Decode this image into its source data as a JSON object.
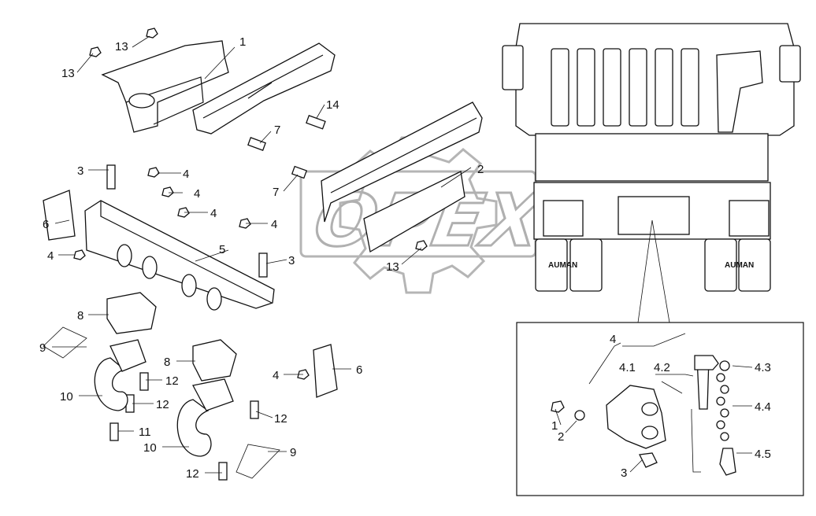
{
  "watermark": {
    "text": "OPEX"
  },
  "brand_plate": {
    "left": "AUMAN",
    "right": "AUMAN"
  },
  "callouts": {
    "c1": "1",
    "c13a": "13",
    "c13b": "13",
    "c14": "14",
    "c7a": "7",
    "c2": "2",
    "c7b": "7",
    "c13c": "13",
    "c3a": "3",
    "c4a": "4",
    "c4b": "4",
    "c4c": "4",
    "c4d": "4",
    "c4e": "4",
    "c6a": "6",
    "c5": "5",
    "c3b": "3",
    "c8a": "8",
    "c9a": "9",
    "c10a": "10",
    "c12a": "12",
    "c12b": "12",
    "c11": "11",
    "c8b": "8",
    "c4f": "4",
    "c6b": "6",
    "c12c": "12",
    "c10b": "10",
    "c9b": "9",
    "c12d": "12"
  },
  "detail": {
    "c4": "4",
    "c4_1": "4.1",
    "c4_2": "4.2",
    "c4_3": "4.3",
    "c4_4": "4.4",
    "c4_5": "4.5",
    "c1": "1",
    "c2": "2",
    "c3": "3"
  }
}
